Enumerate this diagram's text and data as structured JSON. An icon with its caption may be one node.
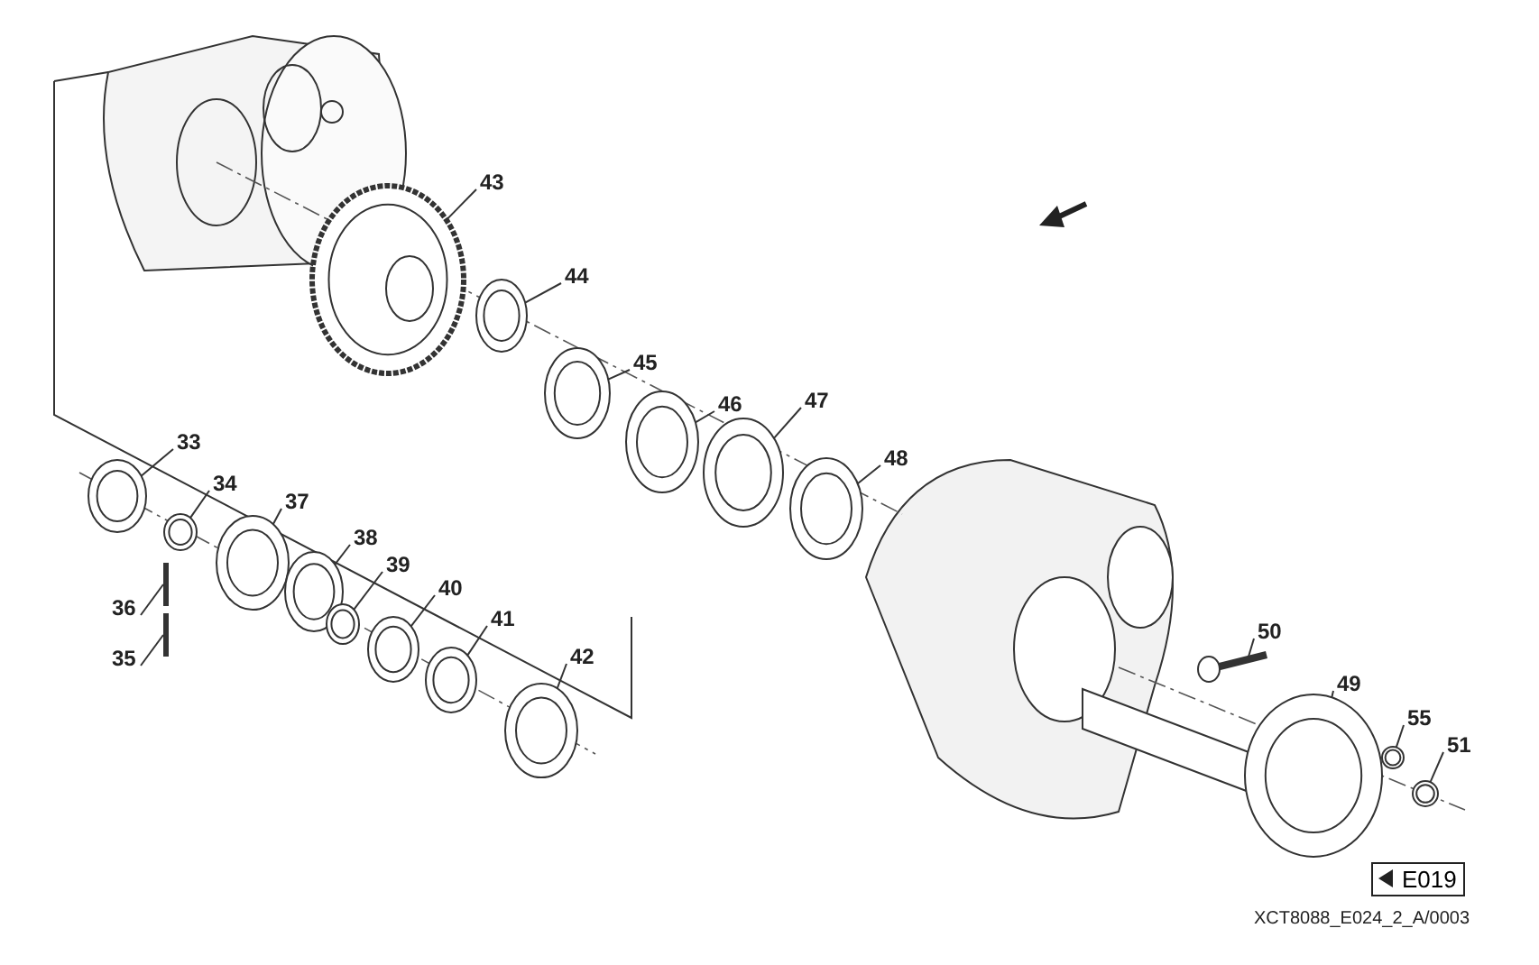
{
  "diagram": {
    "nodes": [
      {
        "text": [
          "43"
        ]
      },
      {
        "text": [
          "44"
        ]
      },
      {
        "text": [
          "45"
        ]
      },
      {
        "text": [
          "46"
        ]
      },
      {
        "text": [
          "47"
        ]
      },
      {
        "text": [
          "48"
        ]
      },
      {
        "text": [
          "33"
        ]
      },
      {
        "text": [
          "34"
        ]
      },
      {
        "text": [
          "37"
        ]
      },
      {
        "text": [
          "38"
        ]
      },
      {
        "text": [
          "39"
        ]
      },
      {
        "text": [
          "40"
        ]
      },
      {
        "text": [
          "41"
        ]
      },
      {
        "text": [
          "42"
        ]
      },
      {
        "text": [
          "36"
        ]
      },
      {
        "text": [
          "35"
        ]
      },
      {
        "text": [
          "50"
        ]
      },
      {
        "text": [
          "49"
        ]
      },
      {
        "text": [
          "55"
        ]
      },
      {
        "text": [
          "51"
        ]
      },
      {
        "text": [],
        "shape": "picture"
      },
      {
        "text": [],
        "shape": "picture"
      },
      {
        "text": [],
        "shape": "picture"
      },
      {
        "text": [],
        "shape": "picture"
      },
      {
        "text": [],
        "shape": "picture"
      },
      {
        "text": [],
        "shape": "picture"
      },
      {
        "text": [],
        "shape": "picture"
      },
      {
        "text": [],
        "shape": "picture"
      },
      {
        "text": [],
        "shape": "picture"
      },
      {
        "text": [],
        "shape": "picture"
      },
      {
        "text": [],
        "shape": "picture"
      },
      {
        "text": [],
        "shape": "picture"
      },
      {
        "text": [],
        "shape": "picture"
      },
      {
        "text": [],
        "shape": "picture"
      },
      {
        "text": [],
        "shape": "bar"
      },
      {
        "text": [],
        "shape": "bar"
      },
      {
        "text": [],
        "shape": "picture"
      },
      {
        "text": [],
        "shape": "picture"
      },
      {
        "text": [],
        "shape": "picture"
      },
      {
        "text": [],
        "shape": "picture"
      }
    ],
    "edges": [
      {
        "from": 0,
        "to": 20,
        "arrow": "none"
      },
      {
        "from": 1,
        "to": 21,
        "arrow": "none"
      },
      {
        "from": 2,
        "to": 22,
        "arrow": "none"
      },
      {
        "from": 3,
        "to": 23,
        "arrow": "none"
      },
      {
        "from": 4,
        "to": 24,
        "arrow": "none"
      },
      {
        "from": 5,
        "to": 25,
        "arrow": "none"
      },
      {
        "from": 6,
        "to": 26,
        "arrow": "none"
      },
      {
        "from": 7,
        "to": 27,
        "arrow": "none"
      },
      {
        "from": 8,
        "to": 28,
        "arrow": "none"
      },
      {
        "from": 9,
        "to": 29,
        "arrow": "none"
      },
      {
        "from": 10,
        "to": 30,
        "arrow": "none"
      },
      {
        "from": 11,
        "to": 31,
        "arrow": "none"
      },
      {
        "from": 12,
        "to": 32,
        "arrow": "none"
      },
      {
        "from": 13,
        "to": 33,
        "arrow": "none"
      },
      {
        "from": 14,
        "to": 34,
        "arrow": "none"
      },
      {
        "from": 15,
        "to": 35,
        "arrow": "none"
      },
      {
        "from": 16,
        "to": 36,
        "arrow": "none"
      },
      {
        "from": 17,
        "to": 37,
        "arrow": "none"
      },
      {
        "from": 18,
        "to": 38,
        "arrow": "none"
      },
      {
        "from": 19,
        "to": 39,
        "arrow": "none"
      }
    ],
    "labels": [
      "E019",
      "XCT8088_E024_2_A/0003"
    ]
  }
}
